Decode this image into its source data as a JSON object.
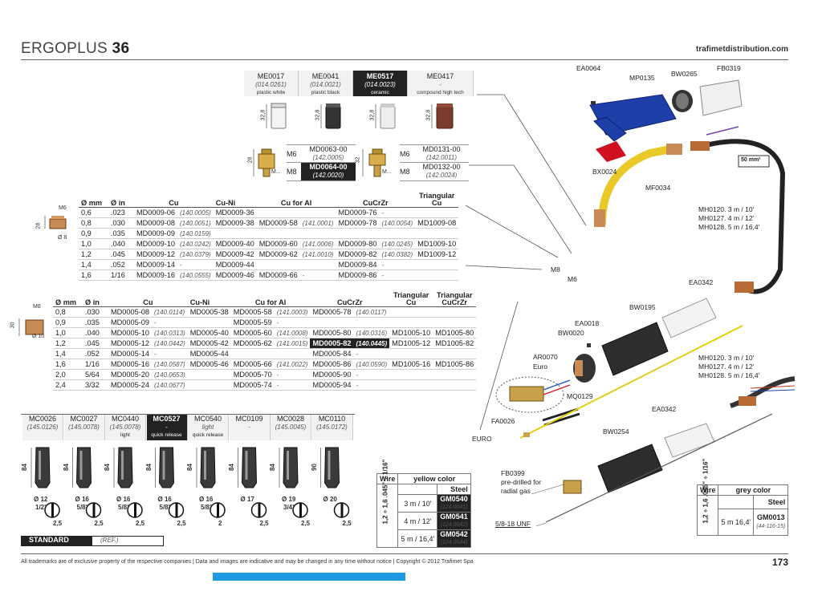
{
  "header": {
    "title_light": "ERGOPLUS",
    "title_bold": "36",
    "site": "trafimetdistribution.com"
  },
  "tips": [
    {
      "code": "ME0017",
      "ref": "(014.0261)",
      "desc": "plastic white"
    },
    {
      "code": "ME0041",
      "ref": "(014.0021)",
      "desc": "plastic black"
    },
    {
      "code": "ME0517",
      "ref": "(014.0023)",
      "desc": "ceramic"
    },
    {
      "code": "ME0417",
      "ref": "-",
      "desc": "compound high tech"
    }
  ],
  "tip_dim": "32,8",
  "diffusers": [
    {
      "thread": "M6",
      "code": "MD0063-00",
      "ref": "(142.0005)"
    },
    {
      "thread": "M8",
      "code": "MD0064-00",
      "ref": "(142.0020)"
    },
    {
      "thread": "M6",
      "code": "MD0131-00",
      "ref": "(142.0011)"
    },
    {
      "thread": "M8",
      "code": "MD0132-00",
      "ref": "(142.0024)"
    }
  ],
  "diffuser_dims": {
    "h1": "28",
    "h2": "32",
    "m": "M..."
  },
  "m6_table": {
    "headers": [
      "Ø mm",
      "Ø in",
      "Cu",
      "Cu-Ni",
      "Cu for Al",
      "CuCrZr",
      "Triangular Cu"
    ],
    "side": {
      "thread": "M6",
      "len": "28",
      "dia": "Ø 8"
    },
    "rows": [
      [
        "0,6",
        ".023",
        "MD0009-06",
        "(140.0005)",
        "MD0009-36",
        "",
        "",
        "MD0009-76",
        "-",
        ""
      ],
      [
        "0,8",
        ".030",
        "MD0009-08",
        "(140.0051)",
        "MD0009-38",
        "MD0009-58",
        "(141.0001)",
        "MD0009-78",
        "(140.0054)",
        "MD1009-08"
      ],
      [
        "0,9",
        ".035",
        "MD0009-09",
        "(140.0159)",
        "",
        "",
        "",
        "",
        "",
        ""
      ],
      [
        "1,0",
        ".040",
        "MD0009-10",
        "(140.0242)",
        "MD0009-40",
        "MD0009-60",
        "(141.0006)",
        "MD0009-80",
        "(140.0245)",
        "MD1009-10"
      ],
      [
        "1,2",
        ".045",
        "MD0009-12",
        "(140.0379)",
        "MD0009-42",
        "MD0009-62",
        "(141.0010)",
        "MD0009-82",
        "(140.0382)",
        "MD1009-12"
      ],
      [
        "1,4",
        ".052",
        "MD0009-14",
        "-",
        "MD0009-44",
        "",
        "",
        "MD0009-84",
        "-",
        ""
      ],
      [
        "1,6",
        "1/16",
        "MD0009-16",
        "(140.0555)",
        "MD0009-46",
        "MD0009-66",
        "-",
        "MD0009-86",
        "-",
        ""
      ]
    ]
  },
  "m8_table": {
    "headers": [
      "Ø mm",
      "Ø in",
      "Cu",
      "Cu-Ni",
      "Cu for Al",
      "CuCrZr",
      "Triangular Cu",
      "Triangular CuCrZr"
    ],
    "side": {
      "thread": "M8",
      "len": "30",
      "dia": "Ø 10"
    },
    "rows": [
      [
        "0,8",
        ".030",
        "MD0005-08",
        "(140.0114)",
        "MD0005-38",
        "MD0005-58",
        "(141.0003)",
        "MD0005-78",
        "(140.0117)",
        "",
        ""
      ],
      [
        "0,9",
        ".035",
        "MD0005-09",
        "-",
        "",
        "MD0005-59",
        "-",
        "",
        "",
        "",
        ""
      ],
      [
        "1,0",
        ".040",
        "MD0005-10",
        "(140.0313)",
        "MD0005-40",
        "MD0005-60",
        "(141.0008)",
        "MD0005-80",
        "(140.0316)",
        "MD1005-10",
        "MD1005-80"
      ],
      [
        "1,2",
        ".045",
        "MD0005-12",
        "(140.0442)",
        "MD0005-42",
        "MD0005-62",
        "(141.0015)",
        "MD0005-82",
        "(140.0445)",
        "MD1005-12",
        "MD1005-82"
      ],
      [
        "1,4",
        ".052",
        "MD0005-14",
        "-",
        "MD0005-44",
        "",
        "",
        "MD0005-84",
        "-",
        "",
        ""
      ],
      [
        "1,6",
        "1/16",
        "MD0005-16",
        "(140.0587)",
        "MD0005-46",
        "MD0005-66",
        "(141.0022)",
        "MD0005-86",
        "(140.0590)",
        "MD1005-16",
        "MD1005-86"
      ],
      [
        "2,0",
        "5/64",
        "MD0005-20",
        "(140.0653)",
        "",
        "MD0005-70",
        "-",
        "MD0005-90",
        "-",
        "",
        ""
      ],
      [
        "2,4",
        "3/32",
        "MD0005-24",
        "(140.0677)",
        "",
        "MD0005-74",
        "-",
        "MD0005-94",
        "-",
        "",
        ""
      ]
    ]
  },
  "nozzles": [
    {
      "code": "MC0026",
      "ref": "(145.0126)",
      "desc": "",
      "len": "84",
      "dia": "Ø 12",
      "in": "1/2\"",
      "rec": "2,5"
    },
    {
      "code": "MC0027",
      "ref": "(145.0078)",
      "desc": "",
      "len": "84",
      "dia": "Ø 16",
      "in": "5/8\"",
      "rec": "2,5"
    },
    {
      "code": "MC0440",
      "ref": "(145.0078)",
      "desc": "light",
      "len": "84",
      "dia": "Ø 16",
      "in": "5/8\"",
      "rec": "2,5"
    },
    {
      "code": "MC0527",
      "ref": "-",
      "desc": "quick release",
      "len": "84",
      "dia": "Ø 16",
      "in": "5/8\"",
      "rec": "2,5"
    },
    {
      "code": "MC0540",
      "ref": "light",
      "desc": "quick release",
      "len": "84",
      "dia": "Ø 16",
      "in": "5/8\"",
      "rec": "2"
    },
    {
      "code": "MC0109",
      "ref": "-",
      "desc": "",
      "len": "84",
      "dia": "Ø 17",
      "in": "",
      "rec": "2,5"
    },
    {
      "code": "MC0028",
      "ref": "(145.0045)",
      "desc": "",
      "len": "84",
      "dia": "Ø 19",
      "in": "3/4\"",
      "rec": "2,5"
    },
    {
      "code": "MC0110",
      "ref": "(145.0172)",
      "desc": "",
      "len": "90",
      "dia": "Ø 20",
      "in": "",
      "rec": "2,5"
    }
  ],
  "standard": {
    "label": "STANDARD",
    "ref": "(REF.)"
  },
  "liner_yellow": {
    "h1": "Wire",
    "h2": "yellow color",
    "h3": "Steel",
    "wire": "1,2 ÷ 1,6 .045\" ÷ 1/16\"",
    "rows": [
      {
        "len": "3 m / 10'",
        "code": "GM0540",
        "ref": "(124.0041)"
      },
      {
        "len": "4 m / 12'",
        "code": "GM0541",
        "ref": "(124.0042)"
      },
      {
        "len": "5 m / 16,4'",
        "code": "GM0542",
        "ref": "(124.0044)"
      }
    ]
  },
  "liner_grey": {
    "h1": "Wire",
    "h2": "grey color",
    "h3": "Steel",
    "wire": "1,2 ÷ 1,6 .045\" ÷ 1/16\"",
    "len": "5 m 16,4'",
    "code": "GM0013",
    "ref": "(44-116-15)"
  },
  "diagram_labels": {
    "ea0064": "EA0064",
    "mp0135": "MP0135",
    "bw0265": "BW0265",
    "fb0319": "FB0319",
    "bx0024": "BX0024",
    "mf0034": "MF0034",
    "cable": "50 mm²",
    "mh_a": [
      "MH0120. 3 m / 10'",
      "MH0127. 4 m / 12'",
      "MH0128. 5 m / 16,4'"
    ],
    "m8": "M8",
    "m6": "M6",
    "ea0342a": "EA0342",
    "bw0195": "BW0195",
    "ea0018": "EA0018",
    "bw0020": "BW0020",
    "ar0070": "AR0070",
    "euro_small": "Euro",
    "mq0129": "MQ0129",
    "fa0026": "FA0026",
    "euro": "EURO",
    "mh_b": [
      "MH0120. 3 m / 10'",
      "MH0127. 4 m / 12'",
      "MH0128. 5 m / 16,4'"
    ],
    "ea0342b": "EA0342",
    "bw0254": "BW0254",
    "fb0399": "FB0399",
    "fb0399_desc1": "pre-drilled for",
    "fb0399_desc2": "radial gas",
    "unf": "5/8-18 UNF"
  },
  "footer": {
    "text": "All trademarks are of exclusive property of the respective companies  |  Data and images are indicative and may be changed in any time without notice  |  Copyright © 2012 Trafimet Spa",
    "page": "173"
  }
}
